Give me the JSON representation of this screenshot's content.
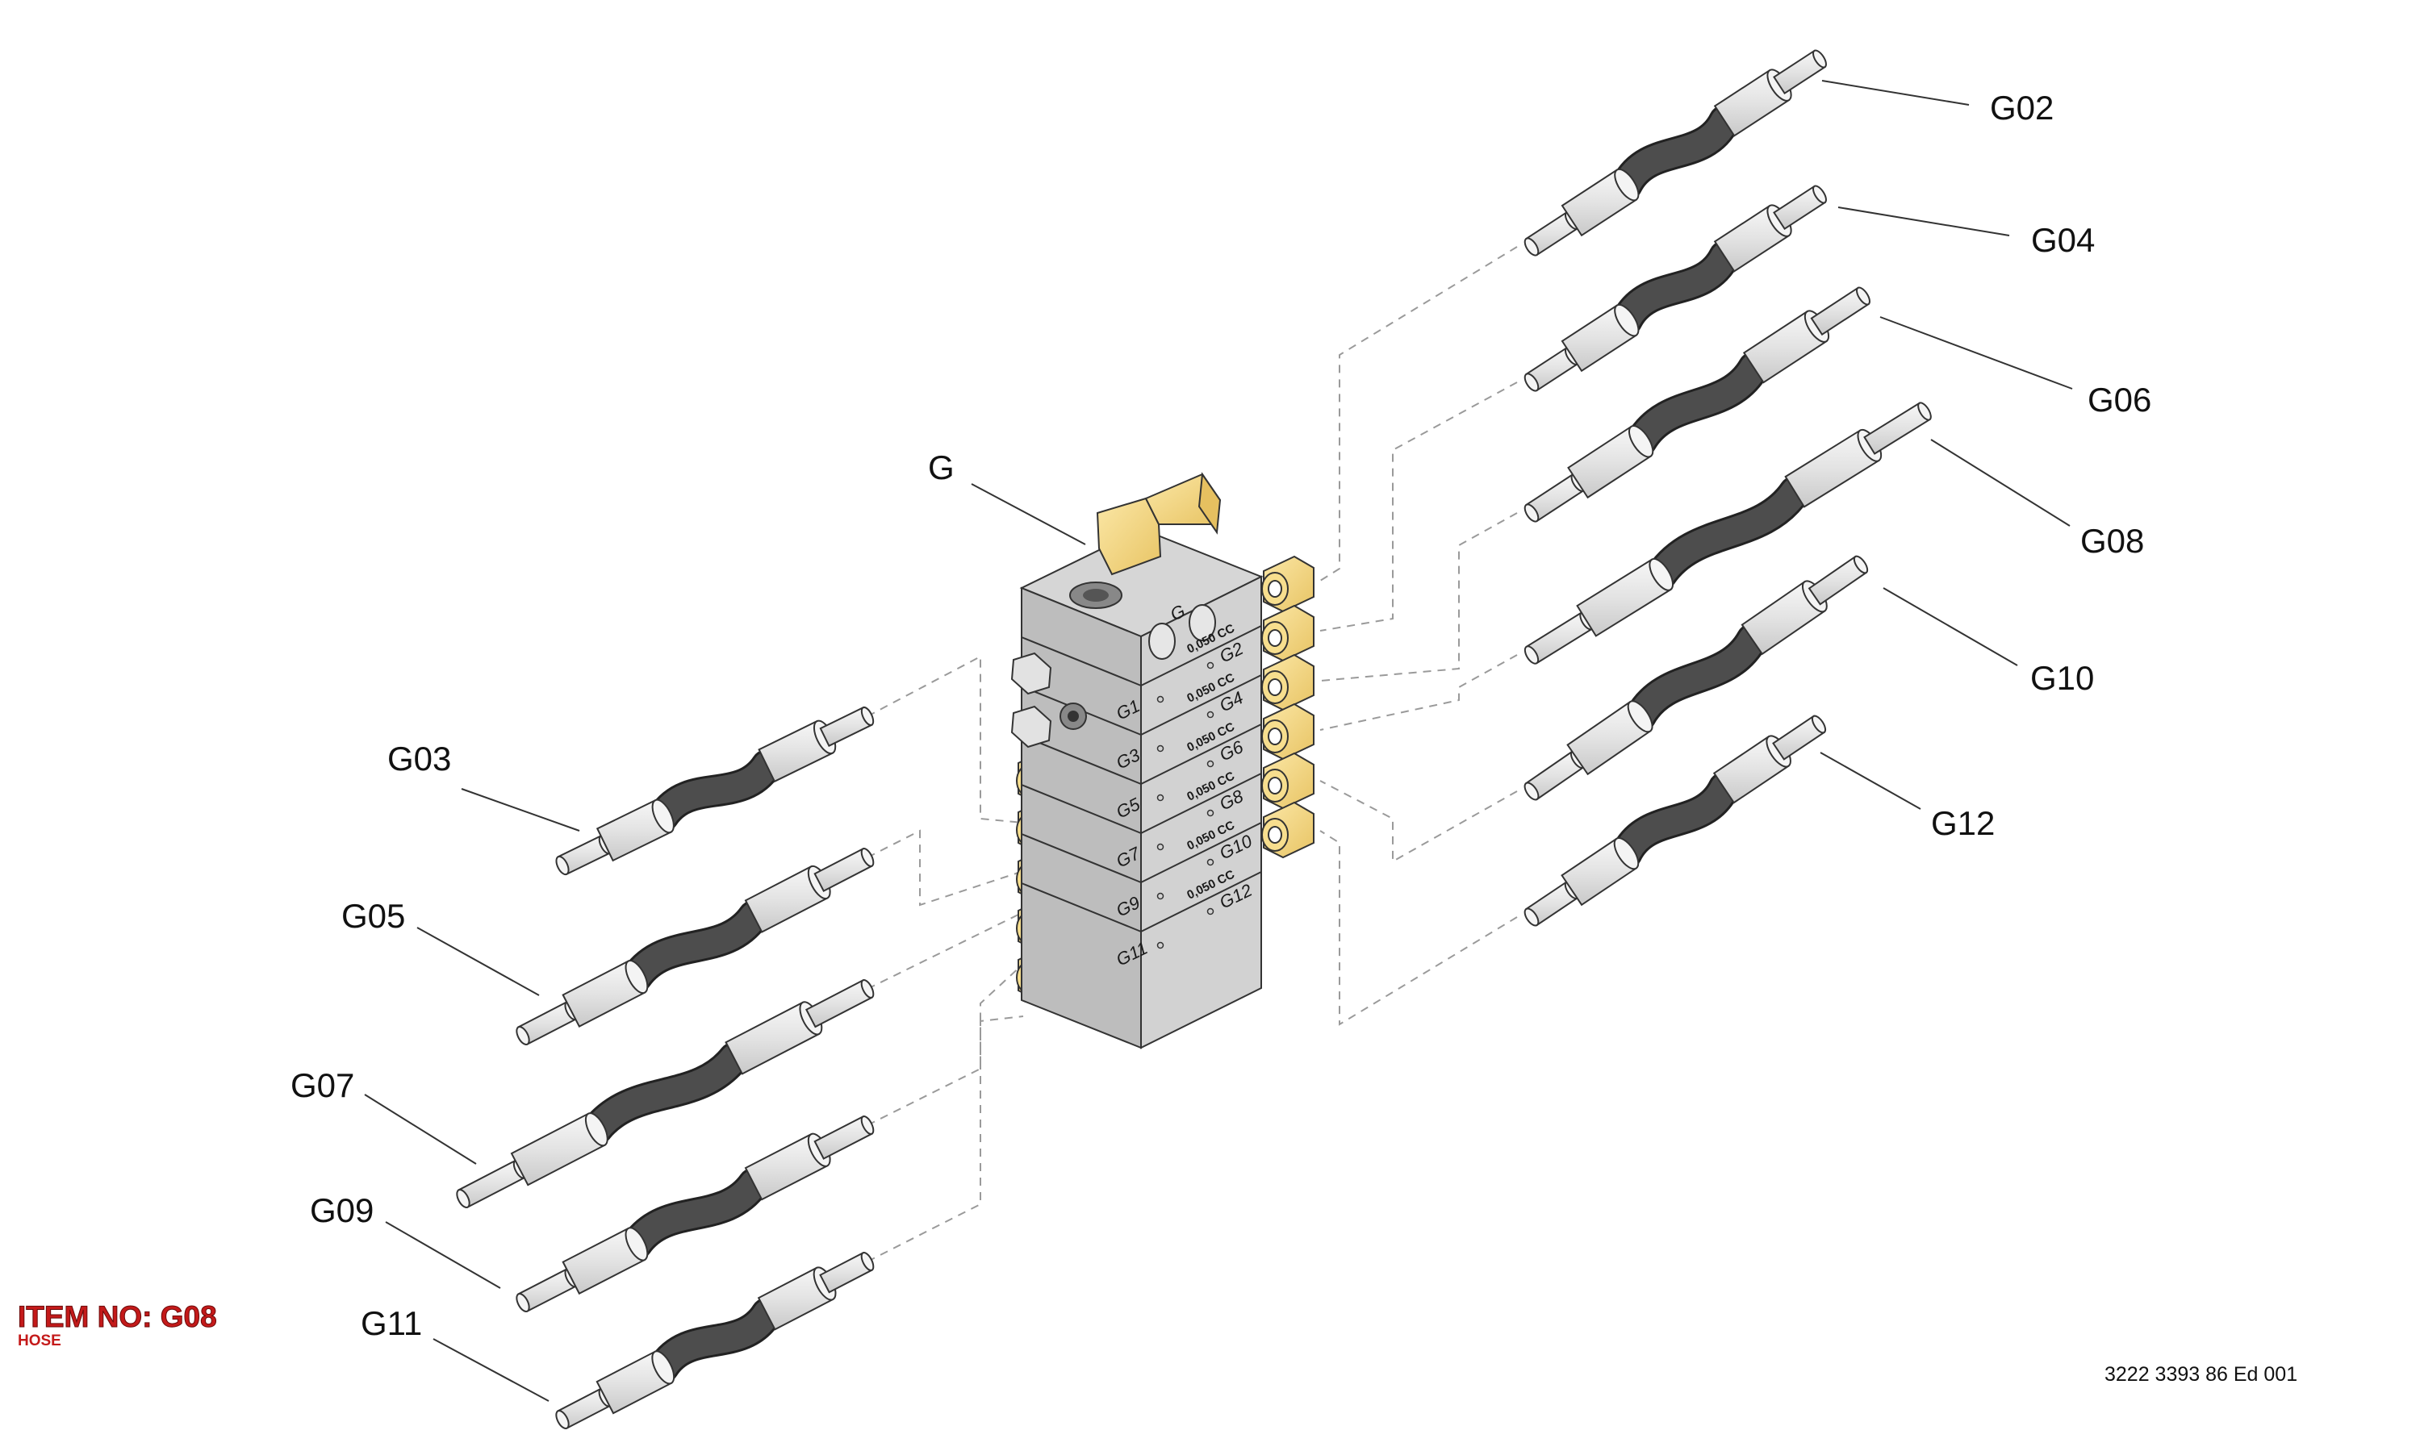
{
  "main_label": "G",
  "block": {
    "top_label": "G",
    "left_labels": [
      "G1",
      "G3",
      "G5",
      "G7",
      "G9",
      "G11"
    ],
    "right_labels": [
      "G2",
      "G4",
      "G6",
      "G8",
      "G10",
      "G12"
    ],
    "rate": "0,050 CC"
  },
  "hoses": {
    "right": [
      {
        "id": "G02"
      },
      {
        "id": "G04"
      },
      {
        "id": "G06"
      },
      {
        "id": "G08"
      },
      {
        "id": "G10"
      },
      {
        "id": "G12"
      }
    ],
    "left": [
      {
        "id": "G03"
      },
      {
        "id": "G05"
      },
      {
        "id": "G07"
      },
      {
        "id": "G09"
      },
      {
        "id": "G11"
      }
    ]
  },
  "item": {
    "title": "ITEM NO: G08",
    "subtitle": "HOSE"
  },
  "document_ref": "3222 3393 86 Ed 001",
  "colors": {
    "brass": "#f2d27a",
    "block_gray": "#b9b9b9",
    "hose": "#4a4a4a",
    "callout_red": "#c41a1a"
  }
}
